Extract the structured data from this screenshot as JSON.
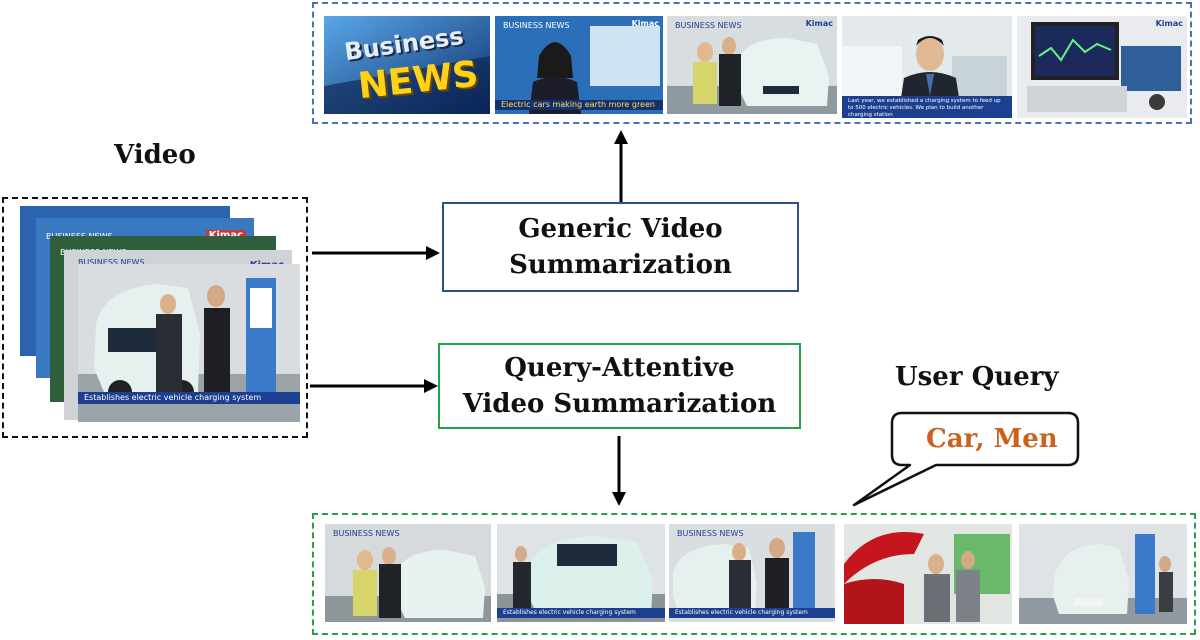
{
  "labels": {
    "video": "Video",
    "user_query": "User Query"
  },
  "boxes": {
    "generic_line1": "Generic Video",
    "generic_line2": "Summarization",
    "query_line1": "Query-Attentive",
    "query_line2": "Video Summarization"
  },
  "query_text": "Car, Men",
  "frames": {
    "business_news_top": "Business",
    "business_news_bottom": "NEWS",
    "anchor_caption": "Electric cars making earth more green",
    "interview_caption": "Last year, we established a charging system to feed up to 500 electric vehicles. We plan to build another charging station",
    "charging_caption": "Establishes electric vehicle charging system",
    "channel_logo": "Kimac",
    "channel_small": "BUSINESS NEWS"
  },
  "colors": {
    "generic_dashed": "#4a73b5",
    "query_dashed": "#2e9e4b",
    "generic_box": "#2f4f8f",
    "query_box": "#22a04a",
    "query_text": "#c8621e"
  }
}
